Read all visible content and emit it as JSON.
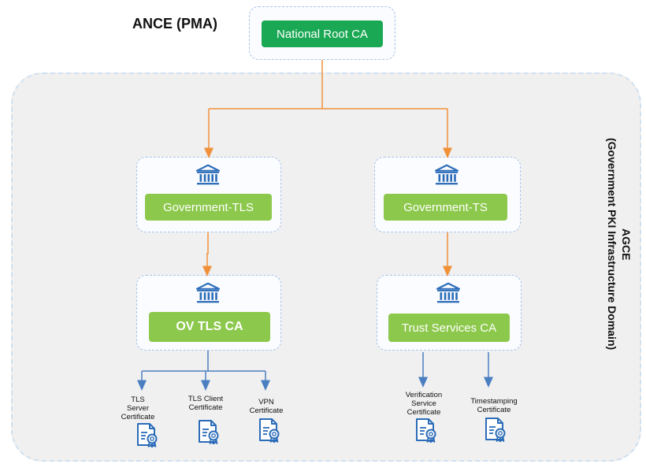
{
  "pma_label": "ANCE (PMA)",
  "domain_label_line1": "AGCE",
  "domain_label_line2": "(Government PKI Infrastructure Domain)",
  "nodes": {
    "root": "National Root CA",
    "gov_tls": "Government-TLS",
    "gov_ts": "Government-TS",
    "ov_tls": "OV TLS CA",
    "trust": "Trust Services CA"
  },
  "certs": {
    "tls_server": "TLS Server Certificate",
    "tls_client": "TLS Client Certificate",
    "vpn": "VPN Certificate",
    "verification": "Verification Service Certificate",
    "timestamping": "Timestamping Certificate"
  },
  "colors": {
    "root_green": "#1aa854",
    "node_green": "#8cc84b",
    "arrow_orange": "#f0913a",
    "arrow_blue": "#4a7fc1",
    "icon_blue": "#2b6cb8"
  },
  "icons": {
    "ca": "bank-building-icon",
    "cert": "certificate-document-icon"
  }
}
